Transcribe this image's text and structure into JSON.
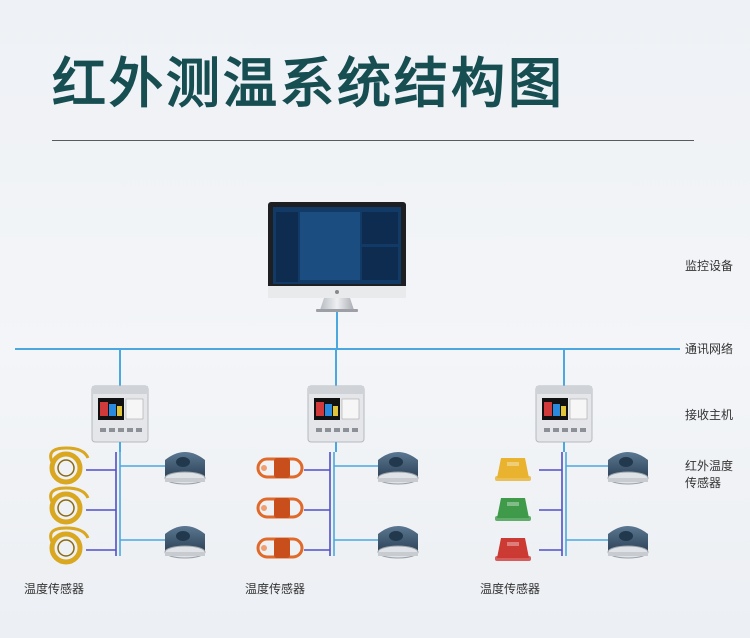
{
  "title": "红外测温系统结构图",
  "side_labels": {
    "monitor": "监控设备",
    "network": "通讯网络",
    "host": "接收主机",
    "ir_sensor_line1": "红外温度",
    "ir_sensor_line2": "传感器"
  },
  "groups": [
    {
      "caption": "温度传感器",
      "sensor_type": "coil",
      "sensor_colors": [
        "#d9a720",
        "#d9a720",
        "#d9a720"
      ]
    },
    {
      "caption": "温度传感器",
      "sensor_type": "wireless-clip",
      "sensor_colors": [
        "#e06a2a",
        "#e06a2a",
        "#e06a2a"
      ]
    },
    {
      "caption": "温度传感器",
      "sensor_type": "block",
      "sensor_colors": [
        "#e9b22f",
        "#3f9a4a",
        "#cc3a34"
      ]
    }
  ],
  "colors": {
    "title": "#174e52",
    "line_network": "#4aa7e0",
    "line_bus": "#5050c8",
    "monitor_frame": "#1e1f23",
    "monitor_screen": "#123a66",
    "ir_sensor": "#3d566e"
  },
  "icons": {
    "monitor": "desktop-monitor-icon",
    "host": "receiver-host-device-icon",
    "ir_sensor": "infrared-temperature-sensor-icon"
  }
}
